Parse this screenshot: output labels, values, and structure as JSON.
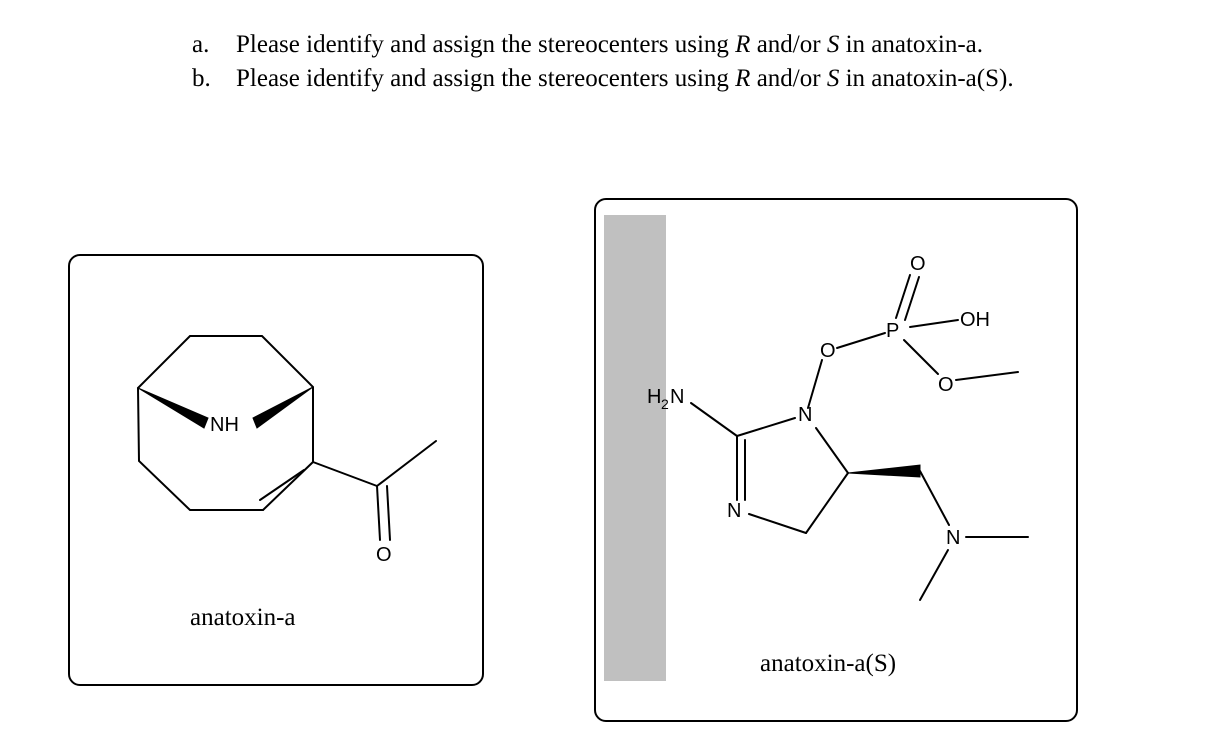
{
  "questions": [
    {
      "marker": "a.",
      "pre": "Please identify and assign the stereocenters using ",
      "r": "R",
      "mid": " and/or ",
      "s": "S",
      "post": " in anatoxin-a."
    },
    {
      "marker": "b.",
      "pre": "Please identify and assign the stereocenters using ",
      "r": "R",
      "mid": " and/or ",
      "s": "S",
      "post": " in anatoxin-a(S)."
    }
  ],
  "molecules": {
    "left": {
      "caption": "anatoxin-a",
      "atoms": {
        "nh": "NH",
        "o": "O"
      }
    },
    "right": {
      "caption": "anatoxin-a(S)",
      "atoms": {
        "h": "H",
        "h_sub": "2",
        "n_amine": "N",
        "n_ring": "N",
        "n_imine": "N",
        "o_ester": "O",
        "p": "P",
        "o_double": "O",
        "oh": "OH",
        "o_methoxy": "O",
        "n_dimethyl": "N"
      }
    }
  },
  "colors": {
    "background": "#ffffff",
    "ink": "#000000",
    "highlight_bar": "#c0c0c0"
  }
}
